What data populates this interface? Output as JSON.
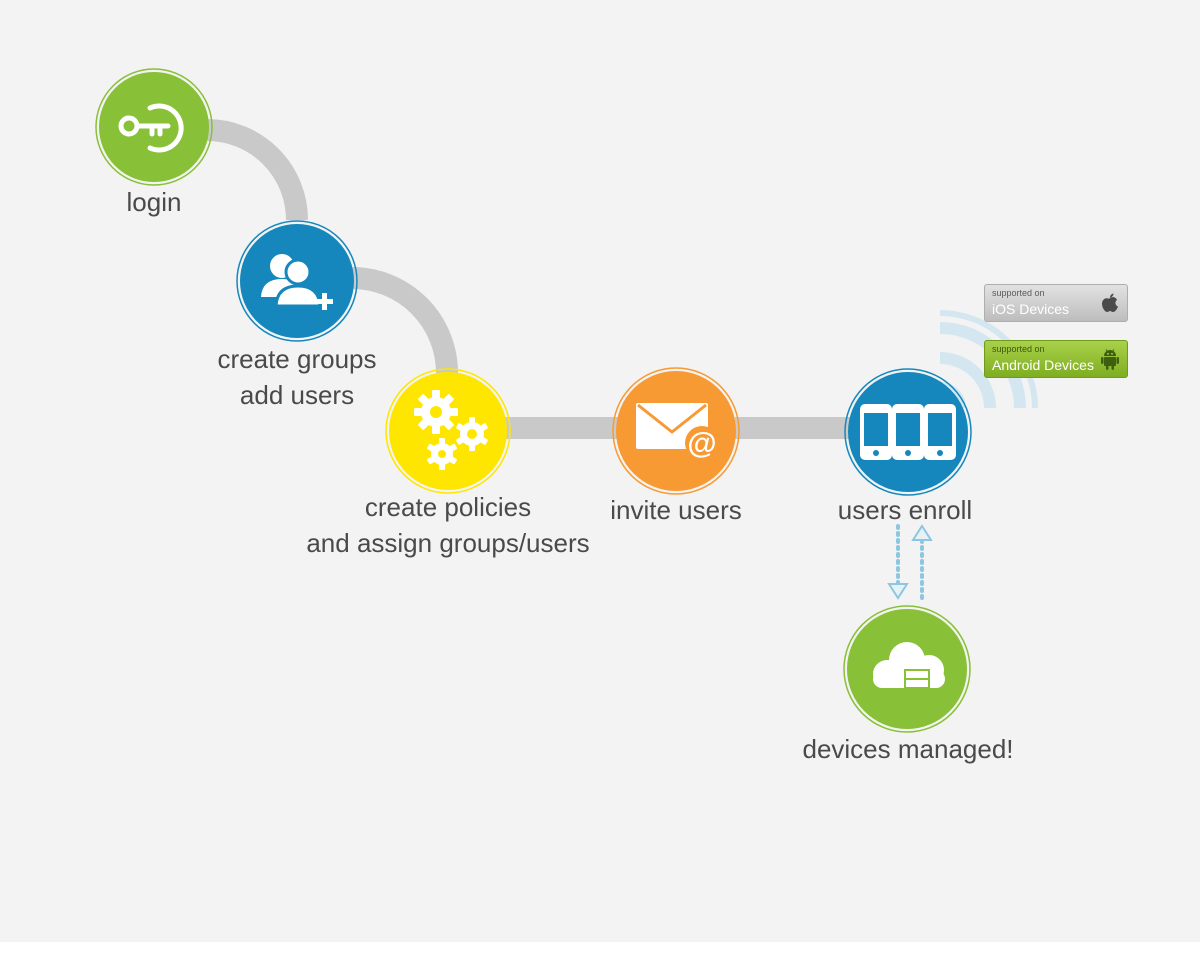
{
  "steps": {
    "login": {
      "label": "login",
      "color": "#88c037",
      "icon": "key-icon"
    },
    "create_groups": {
      "line1": "create groups",
      "line2": "add users",
      "color": "#1687bd",
      "icon": "add-user-group-icon"
    },
    "create_policies": {
      "line1": "create policies",
      "line2": "and assign groups/users",
      "color": "#ffe600",
      "icon": "gears-icon"
    },
    "invite_users": {
      "label": "invite users",
      "color": "#f89a33",
      "icon": "envelope-at-icon"
    },
    "users_enroll": {
      "label": "users enroll",
      "color": "#1687bd",
      "icon": "mobile-devices-icon"
    },
    "devices_managed": {
      "label": "devices managed!",
      "color": "#88c037",
      "icon": "cloud-server-icon"
    }
  },
  "badges": {
    "ios": {
      "small": "supported on",
      "big": "iOS Devices",
      "icon": "apple-icon"
    },
    "android": {
      "small": "supported on",
      "big": "Android Devices",
      "icon": "android-icon"
    }
  },
  "colors": {
    "connector": "#c9c9c9",
    "label_text": "#4a4a4a",
    "signal": "#d4e7f1",
    "sync_arrow": "#8ec6e2"
  }
}
